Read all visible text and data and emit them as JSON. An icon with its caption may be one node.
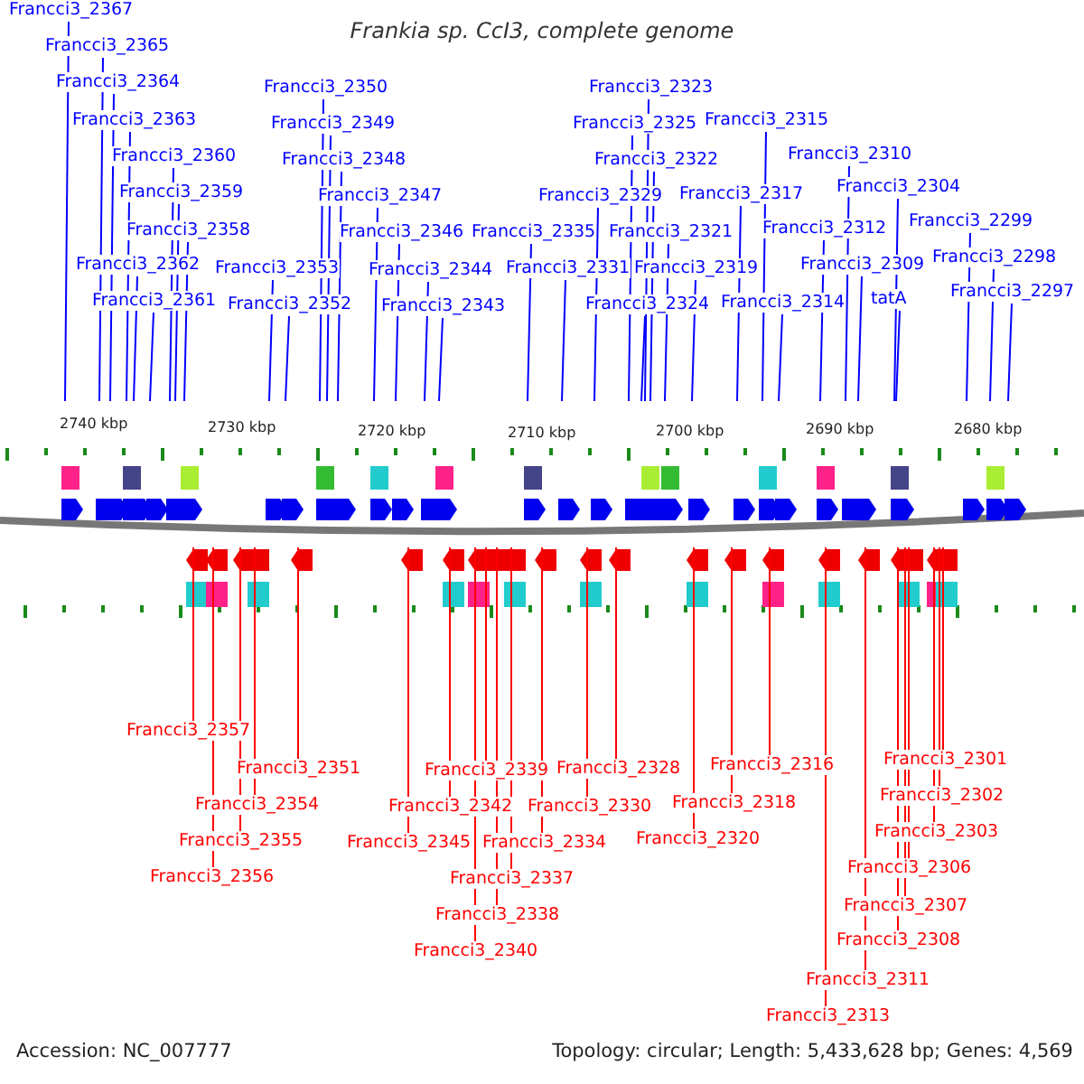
{
  "diagram": {
    "title": "Frankia sp. CcI3, complete genome",
    "nodes": [
      {
        "text": [
          "Francci3_2367"
        ]
      },
      {
        "text": [
          "Francci3_2365"
        ]
      },
      {
        "text": [
          "Francci3_2364"
        ]
      },
      {
        "text": [
          "Francci3_2363"
        ]
      },
      {
        "text": [
          "Francci3_2360"
        ]
      },
      {
        "text": [
          "Francci3_2359"
        ]
      },
      {
        "text": [
          "Francci3_2358"
        ]
      },
      {
        "text": [
          "Francci3_2362"
        ]
      },
      {
        "text": [
          "Francci3_2361"
        ]
      },
      {
        "text": [
          "Francci3_2350"
        ]
      },
      {
        "text": [
          "Francci3_2349"
        ]
      },
      {
        "text": [
          "Francci3_2348"
        ]
      },
      {
        "text": [
          "Francci3_2347"
        ]
      },
      {
        "text": [
          "Francci3_2346"
        ]
      },
      {
        "text": [
          "Francci3_2344"
        ]
      },
      {
        "text": [
          "Francci3_2343"
        ]
      },
      {
        "text": [
          "Francci3_2353"
        ]
      },
      {
        "text": [
          "Francci3_2352"
        ]
      },
      {
        "text": [
          "Francci3_2335"
        ]
      },
      {
        "text": [
          "Francci3_2331"
        ]
      },
      {
        "text": [
          "Francci3_2329"
        ]
      },
      {
        "text": [
          "Francci3_2323"
        ]
      },
      {
        "text": [
          "Francci3_2325"
        ]
      },
      {
        "text": [
          "Francci3_2322"
        ]
      },
      {
        "text": [
          "Francci3_2321"
        ]
      },
      {
        "text": [
          "Francci3_2319"
        ]
      },
      {
        "text": [
          "Francci3_2324"
        ]
      },
      {
        "text": [
          "Francci3_2315"
        ]
      },
      {
        "text": [
          "Francci3_2317"
        ]
      },
      {
        "text": [
          "Francci3_2314"
        ]
      },
      {
        "text": [
          "Francci3_2312"
        ]
      },
      {
        "text": [
          "Francci3_2310"
        ]
      },
      {
        "text": [
          "Francci3_2309"
        ]
      },
      {
        "text": [
          "Francci3_2304"
        ]
      },
      {
        "text": [
          "tatA"
        ]
      },
      {
        "text": [
          "Francci3_2299"
        ]
      },
      {
        "text": [
          "Francci3_2298"
        ]
      },
      {
        "text": [
          "Francci3_2297"
        ]
      },
      {
        "text": [
          "Francci3_2357"
        ]
      },
      {
        "text": [
          "Francci3_2351"
        ]
      },
      {
        "text": [
          "Francci3_2354"
        ]
      },
      {
        "text": [
          "Francci3_2355"
        ]
      },
      {
        "text": [
          "Francci3_2356"
        ]
      },
      {
        "text": [
          "Francci3_2345"
        ]
      },
      {
        "text": [
          "Francci3_2342"
        ]
      },
      {
        "text": [
          "Francci3_2339"
        ]
      },
      {
        "text": [
          "Francci3_2337"
        ]
      },
      {
        "text": [
          "Francci3_2338"
        ]
      },
      {
        "text": [
          "Francci3_2340"
        ]
      },
      {
        "text": [
          "Francci3_2334"
        ]
      },
      {
        "text": [
          "Francci3_2330"
        ]
      },
      {
        "text": [
          "Francci3_2328"
        ]
      },
      {
        "text": [
          "Francci3_2320"
        ]
      },
      {
        "text": [
          "Francci3_2318"
        ]
      },
      {
        "text": [
          "Francci3_2316"
        ]
      },
      {
        "text": [
          "Francci3_2311"
        ]
      },
      {
        "text": [
          "Francci3_2313"
        ]
      },
      {
        "text": [
          "Francci3_2308"
        ]
      },
      {
        "text": [
          "Francci3_2307"
        ]
      },
      {
        "text": [
          "Francci3_2306"
        ]
      },
      {
        "text": [
          "Francci3_2303"
        ]
      },
      {
        "text": [
          "Francci3_2302"
        ]
      },
      {
        "text": [
          "Francci3_2301"
        ]
      }
    ],
    "edges": [
      {
        "from": 0,
        "to": null,
        "arrow": "none"
      },
      {
        "from": 1,
        "to": null,
        "arrow": "none"
      },
      {
        "from": 2,
        "to": null,
        "arrow": "none"
      },
      {
        "from": 3,
        "to": null,
        "arrow": "none"
      },
      {
        "from": 4,
        "to": null,
        "arrow": "none"
      },
      {
        "from": 5,
        "to": null,
        "arrow": "none"
      },
      {
        "from": 6,
        "to": null,
        "arrow": "none"
      },
      {
        "from": 7,
        "to": null,
        "arrow": "none"
      },
      {
        "from": 8,
        "to": null,
        "arrow": "none"
      },
      {
        "from": 9,
        "to": null,
        "arrow": "none"
      },
      {
        "from": 10,
        "to": null,
        "arrow": "none"
      },
      {
        "from": 11,
        "to": null,
        "arrow": "none"
      },
      {
        "from": 12,
        "to": null,
        "arrow": "none"
      },
      {
        "from": 13,
        "to": null,
        "arrow": "none"
      },
      {
        "from": 14,
        "to": null,
        "arrow": "none"
      },
      {
        "from": 15,
        "to": null,
        "arrow": "none"
      },
      {
        "from": 16,
        "to": null,
        "arrow": "none"
      },
      {
        "from": 17,
        "to": null,
        "arrow": "none"
      },
      {
        "from": 18,
        "to": null,
        "arrow": "none"
      },
      {
        "from": 19,
        "to": null,
        "arrow": "none"
      },
      {
        "from": 20,
        "to": null,
        "arrow": "none"
      },
      {
        "from": 21,
        "to": null,
        "arrow": "none"
      },
      {
        "from": 22,
        "to": null,
        "arrow": "none"
      },
      {
        "from": 23,
        "to": null,
        "arrow": "none"
      },
      {
        "from": 24,
        "to": null,
        "arrow": "none"
      },
      {
        "from": 25,
        "to": null,
        "arrow": "none"
      },
      {
        "from": 26,
        "to": null,
        "arrow": "none"
      },
      {
        "from": 27,
        "to": null,
        "arrow": "none"
      },
      {
        "from": 28,
        "to": null,
        "arrow": "none"
      },
      {
        "from": 29,
        "to": null,
        "arrow": "none"
      },
      {
        "from": 30,
        "to": null,
        "arrow": "none"
      },
      {
        "from": 31,
        "to": null,
        "arrow": "none"
      },
      {
        "from": 32,
        "to": null,
        "arrow": "none"
      },
      {
        "from": 33,
        "to": null,
        "arrow": "none"
      },
      {
        "from": 34,
        "to": null,
        "arrow": "none"
      },
      {
        "from": 35,
        "to": null,
        "arrow": "none"
      },
      {
        "from": 36,
        "to": null,
        "arrow": "none"
      },
      {
        "from": 37,
        "to": null,
        "arrow": "none"
      },
      {
        "from": 38,
        "to": null,
        "arrow": "none",
        "color": "#ff0000"
      },
      {
        "from": 39,
        "to": null,
        "arrow": "none",
        "color": "#ff0000"
      },
      {
        "from": 40,
        "to": null,
        "arrow": "none",
        "color": "#ff0000"
      },
      {
        "from": 41,
        "to": null,
        "arrow": "none",
        "color": "#ff0000"
      },
      {
        "from": 42,
        "to": null,
        "arrow": "none",
        "color": "#ff0000"
      },
      {
        "from": 43,
        "to": null,
        "arrow": "none",
        "color": "#ff0000"
      },
      {
        "from": 44,
        "to": null,
        "arrow": "none",
        "color": "#ff0000"
      },
      {
        "from": 45,
        "to": null,
        "arrow": "none",
        "color": "#ff0000"
      },
      {
        "from": 46,
        "to": null,
        "arrow": "none",
        "color": "#ff0000"
      },
      {
        "from": 47,
        "to": null,
        "arrow": "none",
        "color": "#ff0000"
      },
      {
        "from": 48,
        "to": null,
        "arrow": "none",
        "color": "#ff0000"
      },
      {
        "from": 49,
        "to": null,
        "arrow": "none",
        "color": "#ff0000"
      },
      {
        "from": 50,
        "to": null,
        "arrow": "none",
        "color": "#ff0000"
      },
      {
        "from": 51,
        "to": null,
        "arrow": "none",
        "color": "#ff0000"
      },
      {
        "from": 52,
        "to": null,
        "arrow": "none",
        "color": "#ff0000"
      },
      {
        "from": 53,
        "to": null,
        "arrow": "none",
        "color": "#ff0000"
      },
      {
        "from": 54,
        "to": null,
        "arrow": "none",
        "color": "#ff0000"
      },
      {
        "from": 55,
        "to": null,
        "arrow": "none",
        "color": "#ff0000"
      },
      {
        "from": 56,
        "to": null,
        "arrow": "none",
        "color": "#ff0000"
      },
      {
        "from": 57,
        "to": null,
        "arrow": "none",
        "color": "#ff0000"
      },
      {
        "from": 58,
        "to": null,
        "arrow": "none",
        "color": "#ff0000"
      },
      {
        "from": 59,
        "to": null,
        "arrow": "none",
        "color": "#ff0000"
      },
      {
        "from": 60,
        "to": null,
        "arrow": "none",
        "color": "#ff0000"
      },
      {
        "from": 61,
        "to": null,
        "arrow": "none",
        "color": "#ff0000"
      },
      {
        "from": 62,
        "to": null,
        "arrow": "none",
        "color": "#ff0000"
      }
    ],
    "labels": [
      "2740 kbp",
      "2730 kbp",
      "2720 kbp",
      "2710 kbp",
      "2700 kbp",
      "2690 kbp",
      "2680 kbp",
      "Accession: NC_007777",
      "Topology: circular; Length: 5,433,628 bp; Genes: 4,569"
    ]
  }
}
